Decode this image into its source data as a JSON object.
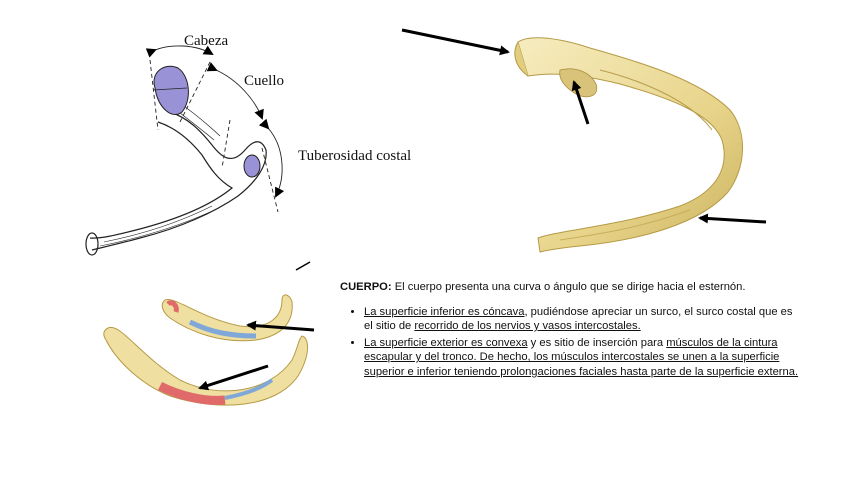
{
  "labels": {
    "head": "Cabeza",
    "neck": "Cuello",
    "tubercle": "Tuberosidad costal"
  },
  "text": {
    "heading_bold": "CUERPO:",
    "heading_rest": " El cuerpo presenta una curva o ángulo que se dirige hacia el esternón.",
    "bullet1": {
      "part1": "La superficie inferior es cóncava",
      "part2": ", pudiéndose apreciar un surco, el surco costal que es el sitio de ",
      "part3": "recorrido de los nervios y vasos intercostales."
    },
    "bullet2": {
      "part1": "La superficie exterior es convexa",
      "part2": " y es sitio de inserción para ",
      "part3": "músculos de la cintura escapular y del tronco. De hecho, los músculos intercostales se unen a la superficie superior e inferior teniendo prolongaciones faciales hasta parte de la superficie externa."
    }
  },
  "colors": {
    "bone": "#efe0a2",
    "bone_shade": "#cdb86a",
    "facet": "#9a92d6",
    "muscle_red": "#e06a6a",
    "muscle_blue": "#7fa8d8",
    "arrow": "#000000"
  }
}
